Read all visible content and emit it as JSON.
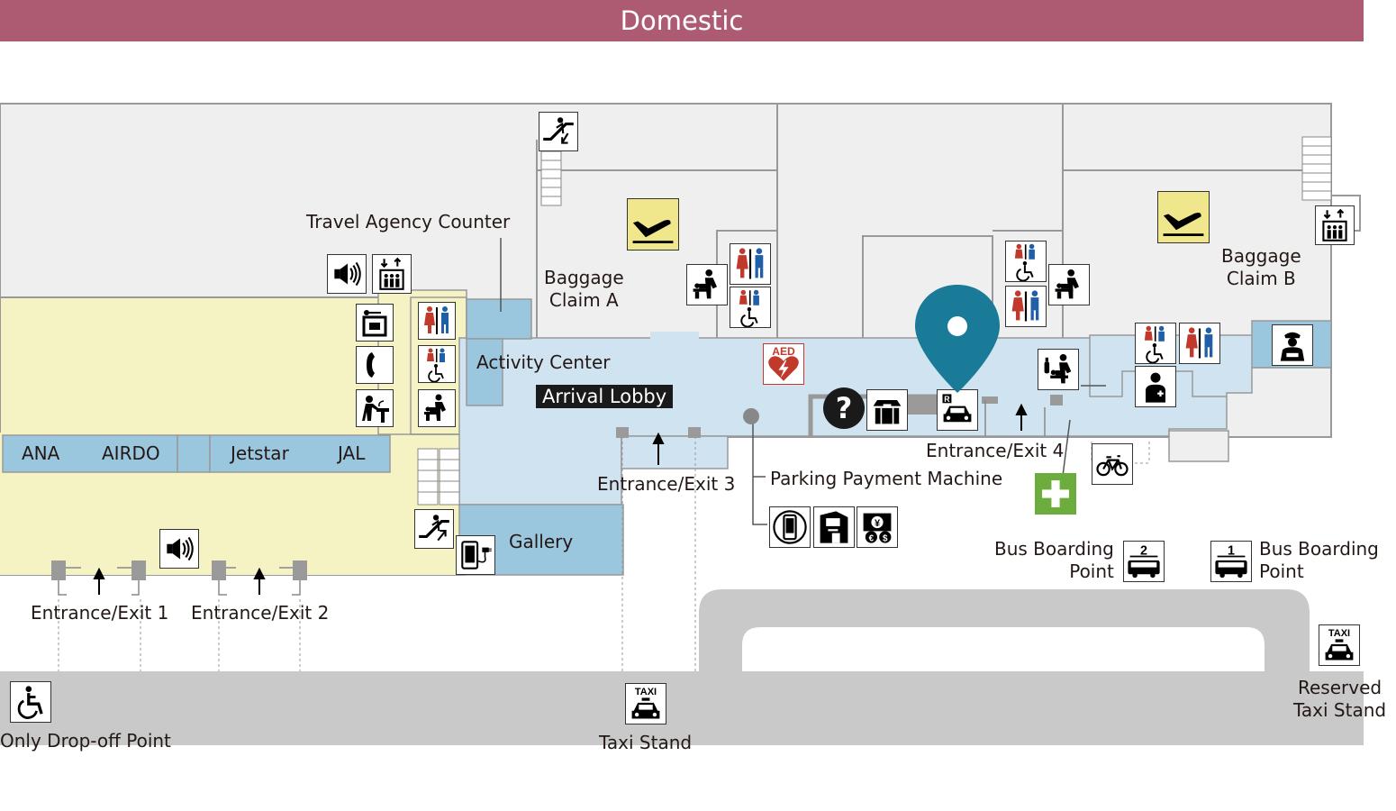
{
  "header": {
    "title": "Domestic"
  },
  "colors": {
    "banner": "#ad5b73",
    "building_gray": "#efefef",
    "lobby_blue": "#cfe3f0",
    "counter_blue": "#9ac6de",
    "checkin_yellow": "#f5f3c4",
    "road_gray": "#c9c9c9",
    "pin": "#1a7b99",
    "first_aid": "#6cad3d",
    "arrival_icon_bg": "#f0e68c"
  },
  "areas": {
    "travel_agency": "Travel Agency Counter",
    "baggage_a": "Baggage\nClaim A",
    "baggage_b": "Baggage\nClaim B",
    "activity_center": "Activity Center",
    "arrival_lobby": "Arrival Lobby",
    "gallery": "Gallery",
    "parking_payment": "Parking Payment Machine"
  },
  "airlines": [
    "ANA",
    "AIRDO",
    "Jetstar",
    "JAL"
  ],
  "entrances": {
    "e1": "Entrance/Exit 1",
    "e2": "Entrance/Exit 2",
    "e3": "Entrance/Exit 3",
    "e4": "Entrance/Exit 4"
  },
  "transport": {
    "bus2_label": "Bus Boarding\nPoint",
    "bus2_number": "2",
    "bus1_label": "Bus Boarding\nPoint",
    "bus1_number": "1",
    "taxi_stand": "Taxi Stand",
    "reserved_taxi": "Reserved\nTaxi Stand",
    "dropoff": "Only Drop-off Point",
    "taxi_sign": "TAXI"
  },
  "icons": {
    "aed_text": "AED",
    "info_symbol": "?",
    "names": [
      "speaker-icon",
      "elevator-icon",
      "coin-locker-icon",
      "telephone-icon",
      "water-fountain-icon",
      "restroom-icon",
      "accessible-restroom-icon",
      "baby-changing-icon",
      "escalator-icon",
      "charging-station-icon",
      "arrival-icon",
      "aed-icon",
      "information-icon",
      "baggage-delivery-icon",
      "rental-car-icon",
      "location-pin-icon",
      "nursing-room-icon",
      "first-aid-room-icon",
      "police-icon",
      "bicycle-parking-icon",
      "first-aid-cross-icon",
      "smartphone-icon",
      "atm-icon",
      "currency-exchange-icon",
      "bus-icon",
      "taxi-icon",
      "wheelchair-icon"
    ]
  }
}
